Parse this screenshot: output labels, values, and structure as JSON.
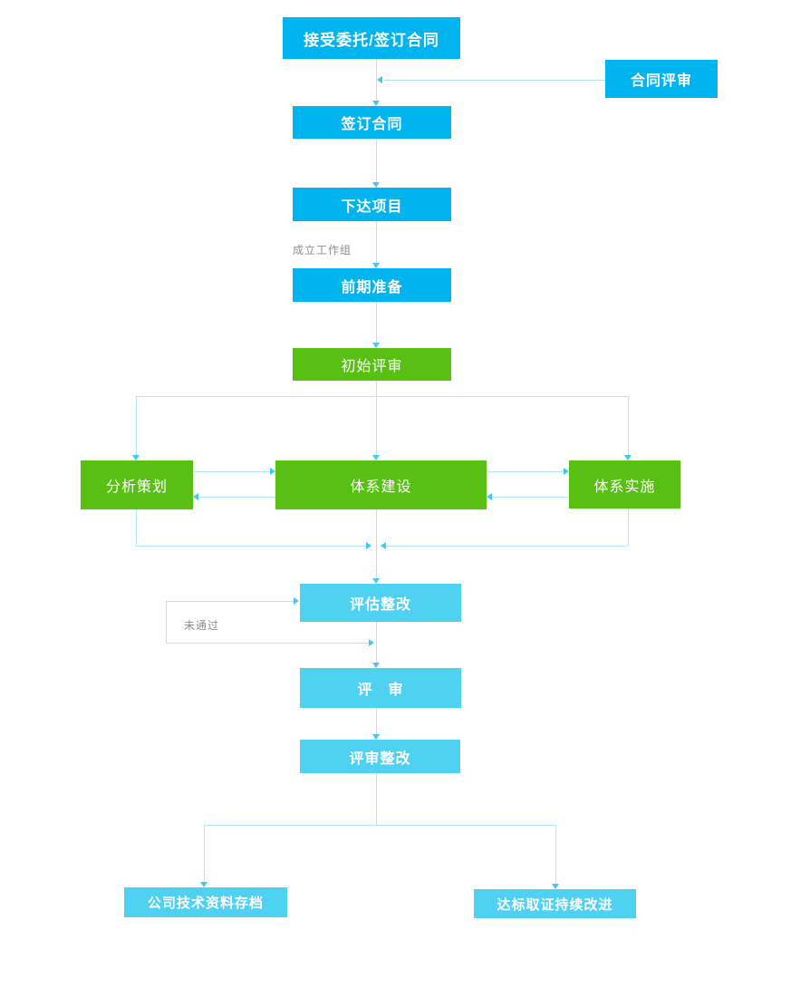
{
  "diagram": {
    "type": "flowchart",
    "colors": {
      "process_cyan": "#00b4f0",
      "light_cyan": "#4fd1f2",
      "green": "#58c013",
      "connector_line": "#b3e6f7",
      "arrowhead": "#44c8f1",
      "edge_label_gray": "#8c8c8c",
      "node_text": "#ffffff",
      "background": "#ffffff"
    },
    "nodes": {
      "accept": {
        "label": "接受委托/签订合同"
      },
      "contract_review": {
        "label": "合同评审"
      },
      "sign": {
        "label": "签订合同"
      },
      "assign": {
        "label": "下达项目"
      },
      "prepare": {
        "label": "前期准备"
      },
      "initial_review": {
        "label": "初始评审"
      },
      "analyze": {
        "label": "分析策划"
      },
      "build": {
        "label": "体系建设"
      },
      "implement": {
        "label": "体系实施"
      },
      "assess": {
        "label": "评估整改"
      },
      "review": {
        "label": "评　审"
      },
      "review_fix": {
        "label": "评审整改"
      },
      "archive": {
        "label": "公司技术资料存档"
      },
      "certify": {
        "label": "达标取证持续改进"
      }
    },
    "edge_labels": {
      "workgroup": "成立工作组",
      "not_passed": "未通过"
    }
  }
}
